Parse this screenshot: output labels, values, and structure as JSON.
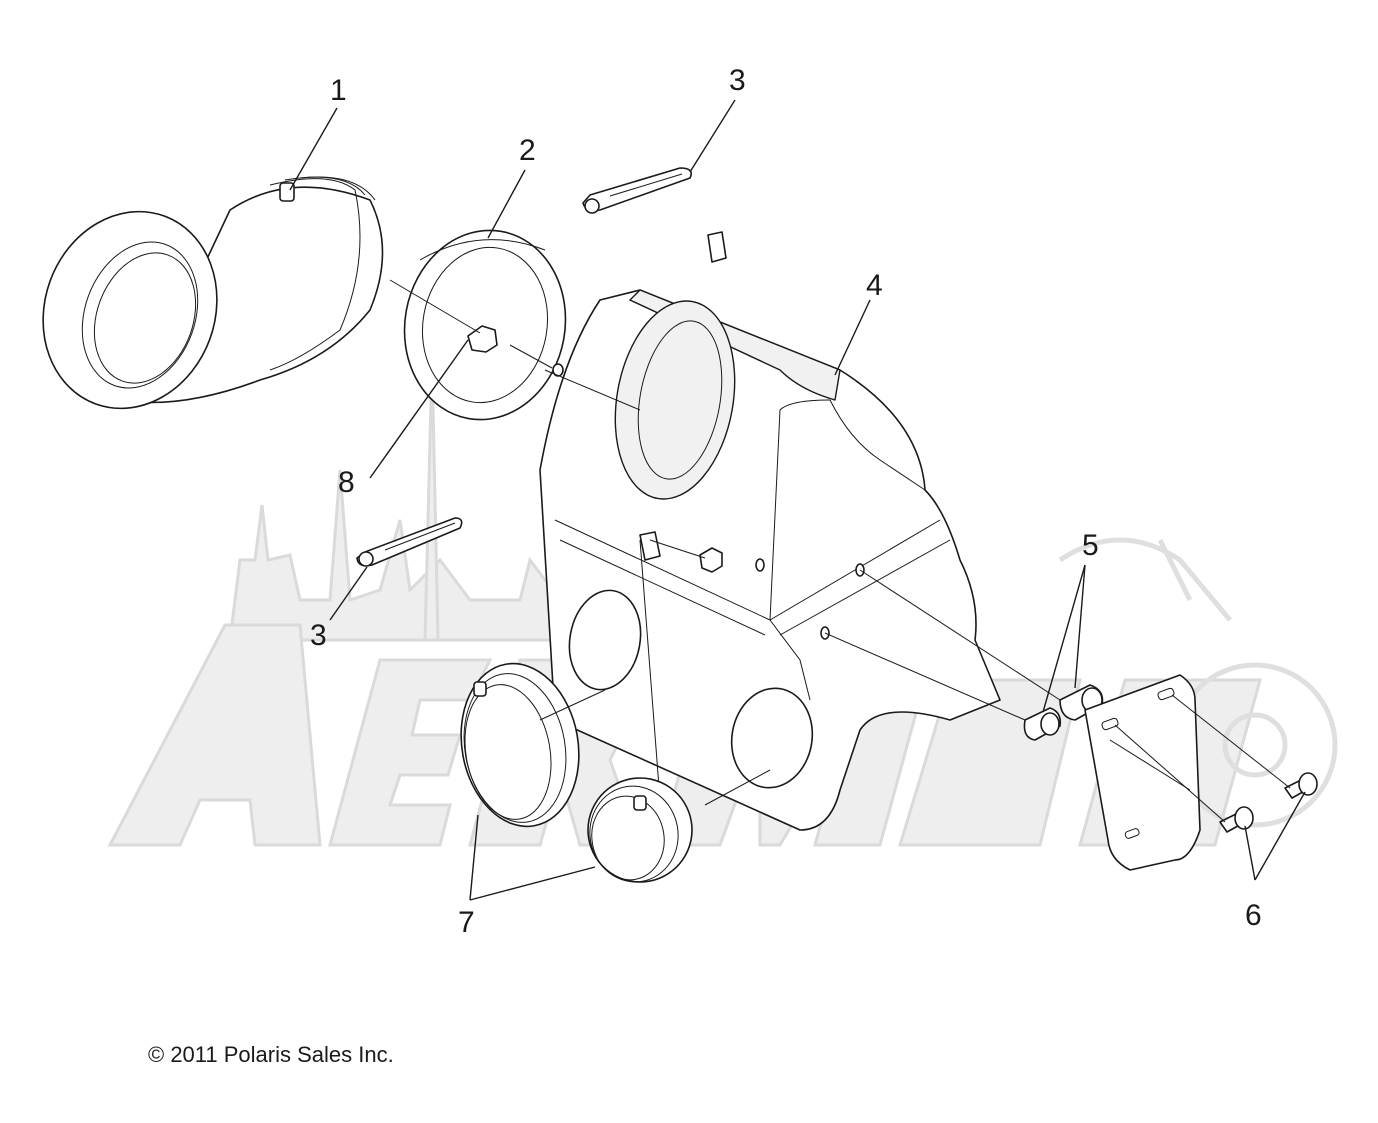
{
  "copyright": "© 2011 Polaris Sales Inc.",
  "callouts": [
    {
      "id": "1",
      "label": "1"
    },
    {
      "id": "2",
      "label": "2"
    },
    {
      "id": "3a",
      "label": "3"
    },
    {
      "id": "3b",
      "label": "3"
    },
    {
      "id": "4",
      "label": "4"
    },
    {
      "id": "5",
      "label": "5"
    },
    {
      "id": "6",
      "label": "6"
    },
    {
      "id": "7",
      "label": "7"
    },
    {
      "id": "8",
      "label": "8"
    }
  ],
  "watermark": "AeroMoto"
}
